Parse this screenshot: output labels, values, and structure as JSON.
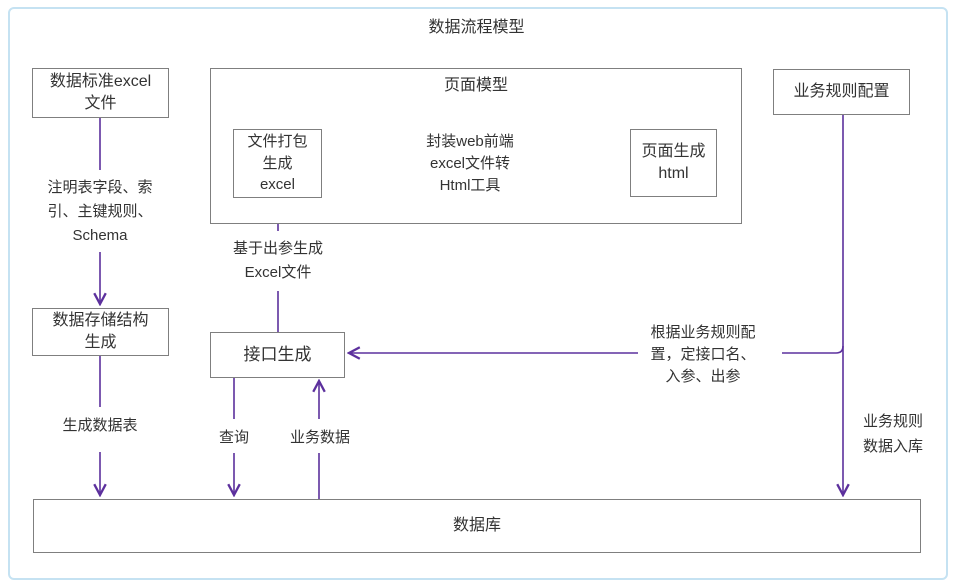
{
  "title": "数据流程模型",
  "diagram": {
    "nodes": {
      "data_standard_excel": {
        "label": "数据标准excel\n文件"
      },
      "page_model": {
        "label": "页面模型"
      },
      "file_package": {
        "label": "文件打包\n生成\nexcel"
      },
      "page_gen_html": {
        "label": "页面生成\nhtml"
      },
      "business_rule_config": {
        "label": "业务规则配置"
      },
      "data_storage_gen": {
        "label": "数据存储结构\n生成"
      },
      "api_gen": {
        "label": "接口生成"
      },
      "database": {
        "label": "数据库"
      }
    },
    "edge_labels": {
      "annotate": "注明表字段、索\n引、主键规则、\nSchema",
      "gen_excel": "基于出参生成\nExcel文件",
      "wrap_tool": "封装web前端\nexcel文件转\nHtml工具",
      "gen_table": "生成数据表",
      "query": "查询",
      "business_data": "业务数据",
      "rule_config": "根据业务规则配\n置，定接口名、\n入参、出参",
      "rule_into_db": "业务规则\n数据入库"
    },
    "colors": {
      "arrow": "#5c309d",
      "box_border": "#7f7f7f",
      "outer_border": "#c5e2f2",
      "text": "#333333"
    }
  }
}
